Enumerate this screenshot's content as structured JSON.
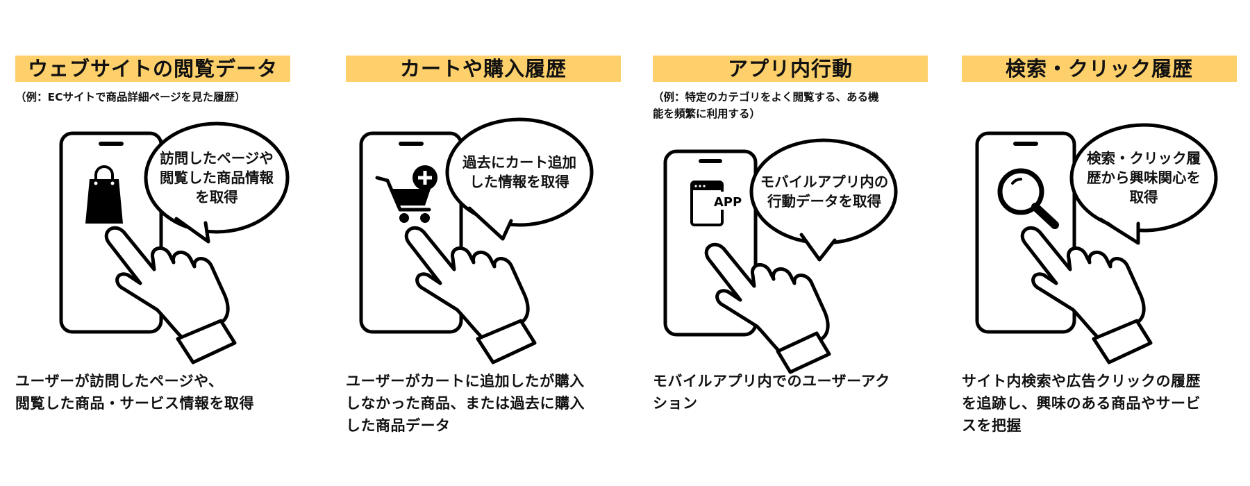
{
  "panels": [
    {
      "title": "ウェブサイトの閲覧データ",
      "note": "（例：ECサイトで商品詳細ページを見た履歴）",
      "bubble_lines": [
        "訪問したページや",
        "閲覧した商品情報",
        "を取得"
      ],
      "icon": "shopping-bag-icon",
      "desc_lines": [
        "ユーザーが訪問したページや、",
        "閲覧した商品・サービス情報を取得"
      ]
    },
    {
      "title": "カートや購入履歴",
      "note": "",
      "bubble_lines": [
        "過去にカート追加",
        "した情報を取得"
      ],
      "icon": "cart-plus-icon",
      "desc_lines": [
        "ユーザーがカートに追加したが購入",
        "しなかった商品、または過去に購入",
        "した商品データ"
      ]
    },
    {
      "title": "アプリ内行動",
      "note_lines": [
        "（例：特定のカテゴリをよく閲覧する、ある機",
        "能を頻繁に利用する）"
      ],
      "bubble_lines": [
        "モバイルアプリ内の",
        "行動データを取得"
      ],
      "icon": "app-window-icon",
      "icon_label": "APP",
      "desc_lines": [
        "モバイルアプリ内でのユーザーアク",
        "ション"
      ]
    },
    {
      "title": "検索・クリック履歴",
      "note": "",
      "bubble_lines": [
        "検索・クリック履",
        "歴から興味関心を",
        "取得"
      ],
      "icon": "magnifier-icon",
      "desc_lines": [
        "サイト内検索や広告クリックの履歴",
        "を追跡し、興味のある商品やサービ",
        "スを把握"
      ]
    }
  ],
  "colors": {
    "title_bg": "#fdd06b",
    "ink": "#000000",
    "background": "#ffffff"
  }
}
